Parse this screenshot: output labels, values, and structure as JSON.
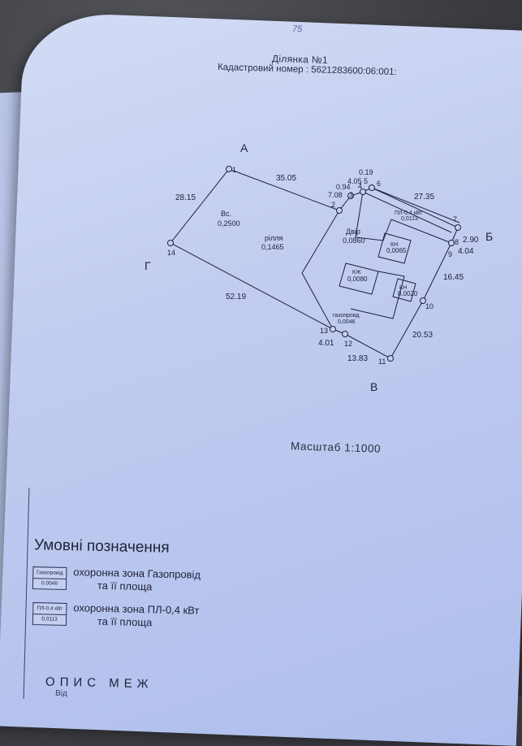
{
  "handnote": "75",
  "header": {
    "title": "Ділянка №1",
    "cadastral_label": "Кадастровий номер : 5621283600:06:001:"
  },
  "plan": {
    "corners": {
      "A": "А",
      "B": "Б",
      "V": "В",
      "G": "Г"
    },
    "points": [
      "1",
      "2",
      "3",
      "4",
      "5",
      "6",
      "7",
      "8",
      "9",
      "10",
      "11",
      "12",
      "13",
      "14"
    ],
    "distances": {
      "d1_2": "35.05",
      "d14_1": "28.15",
      "d13_14": "52.19",
      "d2_3": "7.08",
      "d3_4": "0.94",
      "d4_5": "4.05",
      "d5_6": "0.19",
      "d6_7": "27.35",
      "d8_b": "2.90",
      "d8_9": "4.04",
      "d9_10": "16.45",
      "d10_11": "20.53",
      "d11_12": "13.83",
      "d12_13": "4.01"
    },
    "areas": {
      "vs_label": "Вс.",
      "vs_value": "0,2500",
      "rillia_label": "рілля",
      "rillia_value": "0,1465",
      "dvir_label": "Двір",
      "dvir_value": "0,0860",
      "kn1_label": "КН",
      "kn1_value": "0,0065",
      "kzh_label": "КЖ",
      "kzh_value": "0,0080",
      "kn2_label": "КН",
      "kn2_value": "0,0020",
      "gas_label": "газопровд",
      "gas_value": "0,0046",
      "pl_label": "ПЛ-0,4 кВт",
      "pl_value": "0,0113"
    }
  },
  "scale": "Масштаб  1:1000",
  "legend": {
    "title": "Умовні позначення",
    "items": [
      {
        "box_top": "Газопровід",
        "box_bottom": "0,0046",
        "line1": "охоронна зона Газопровід",
        "line2": "та її площа"
      },
      {
        "box_top": "ПЛ-0,4 кВт",
        "box_bottom": "0,0113",
        "line1": "охоронна зона ПЛ-0,4 кВт",
        "line2": "та її площа"
      }
    ]
  },
  "footer": {
    "title": "ОПИС МЕЖ",
    "sub": "Від"
  }
}
